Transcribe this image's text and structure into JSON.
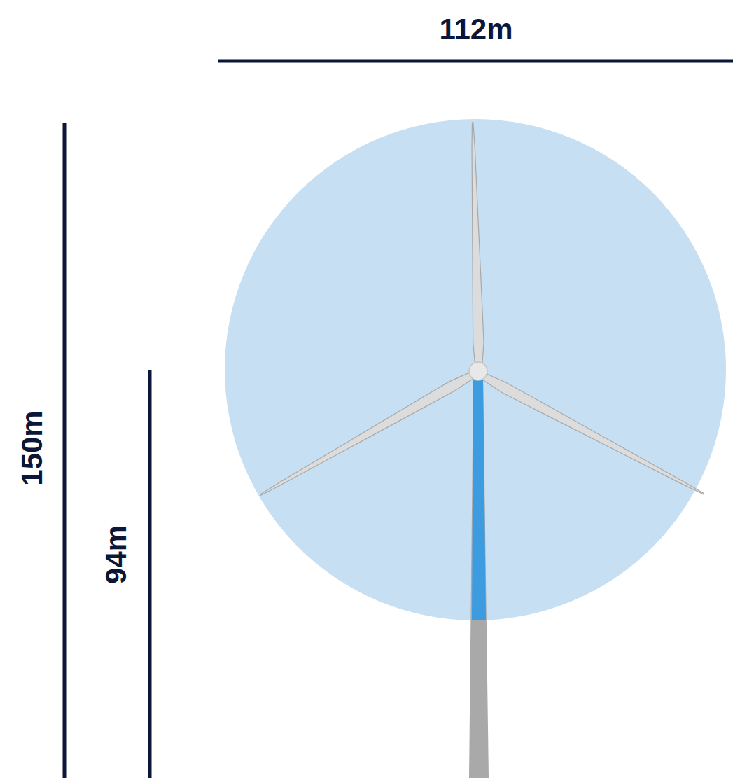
{
  "diagram": {
    "labels": [
      "112m",
      "150m",
      "94m"
    ]
  }
}
